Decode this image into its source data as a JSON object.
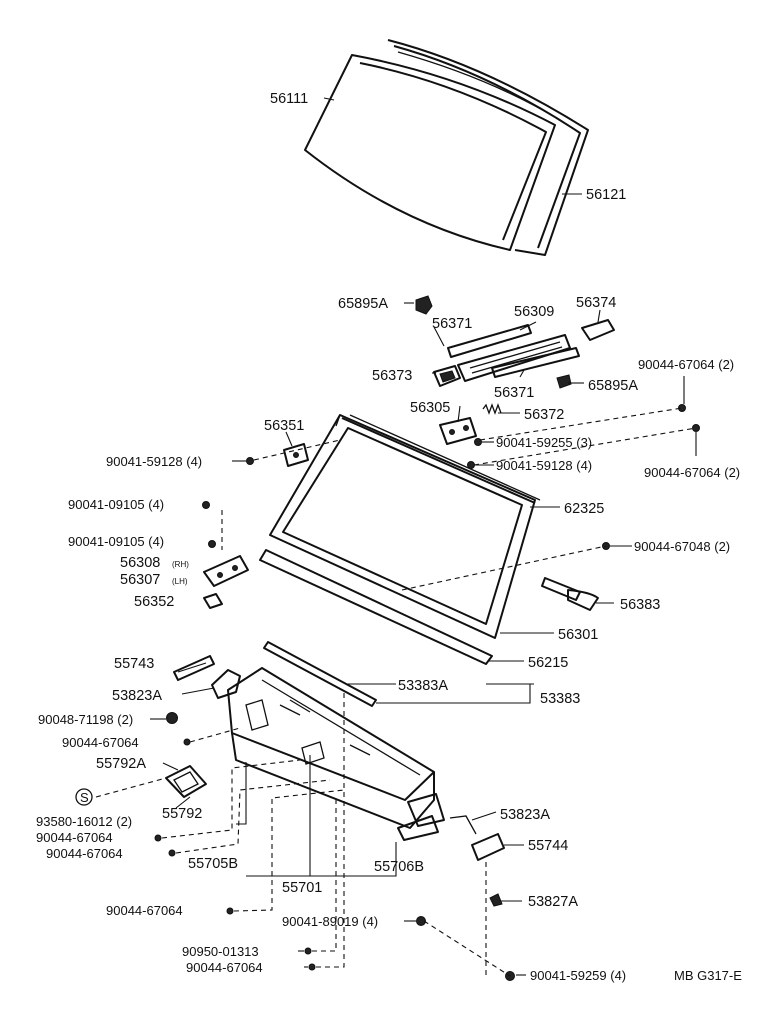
{
  "labels": {
    "p56111": "56111",
    "p56121": "56121",
    "p65895a_top": "65895A",
    "p56371_top": "56371",
    "p56309": "56309",
    "p56374": "56374",
    "p56373": "56373",
    "p56371_bot": "56371",
    "p65895a_bot": "65895A",
    "p90044_67064_2a": "90044-67064 (2)",
    "p56305": "56305",
    "p56372": "56372",
    "p56351": "56351",
    "p90041_59255_3": "90041-59255 (3)",
    "p90041_59128_4l": "90041-59128 (4)",
    "p90041_59128_4r": "90041-59128 (4)",
    "p90044_67064_2b": "90044-67064 (2)",
    "p90041_09105_4a": "90041-09105 (4)",
    "p62325": "62325",
    "p90041_09105_4b": "90041-09105 (4)",
    "p90044_67048_2": "90044-67048 (2)",
    "p56308": "56308",
    "p56308_side": "(RH)",
    "p56307": "56307",
    "p56307_side": "(LH)",
    "p56352": "56352",
    "p56383": "56383",
    "p56301": "56301",
    "p55743": "55743",
    "p56215": "56215",
    "p53823a_l": "53823A",
    "p53383a": "53383A",
    "p53383": "53383",
    "p90048_71198_2": "90048-71198 (2)",
    "p90044_67064_a": "90044-67064",
    "p55792a": "55792A",
    "p_s": "S",
    "p55792": "55792",
    "p93580_16012_2": "93580-16012 (2)",
    "p53823a_r": "53823A",
    "p90044_67064_b": "90044-67064",
    "p55744": "55744",
    "p90044_67064_c": "90044-67064",
    "p55705b": "55705B",
    "p55706b": "55706B",
    "p55701": "55701",
    "p53827a": "53827A",
    "p90044_67064_d": "90044-67064",
    "p90041_89019_4": "90041-89019 (4)",
    "p90950_01313": "90950-01313",
    "p90044_67064_e": "90044-67064",
    "p90041_59259_4": "90041-59259 (4)",
    "drawing_code": "MB G317-E"
  }
}
